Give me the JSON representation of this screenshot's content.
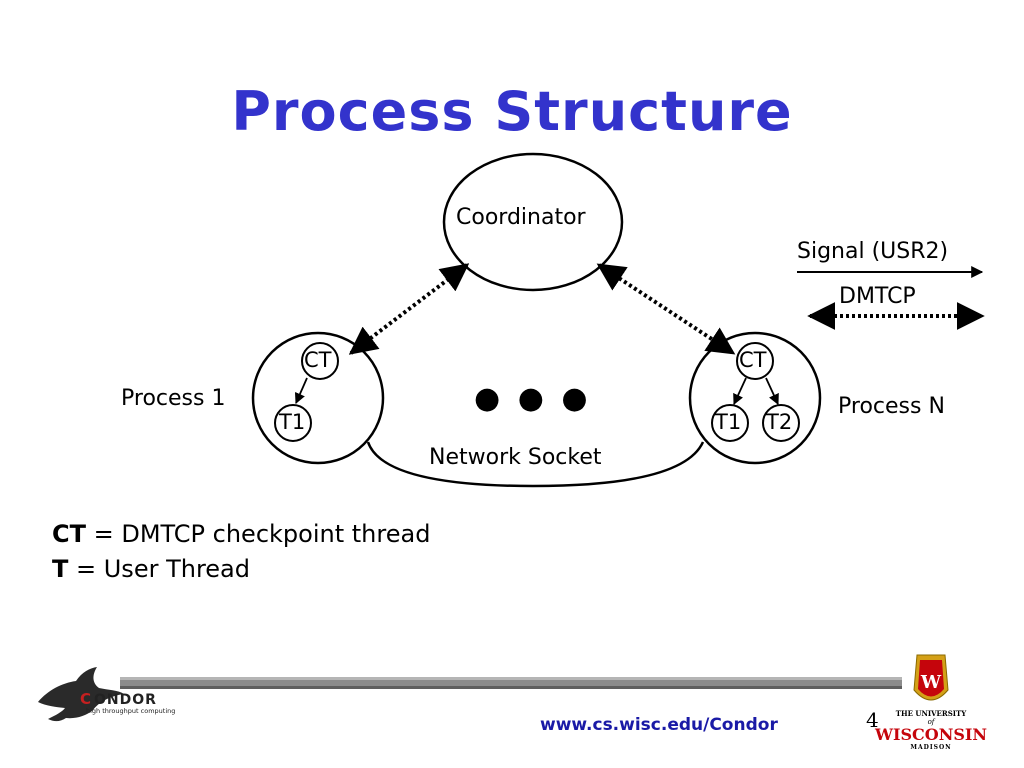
{
  "slide": {
    "title": "Process Structure",
    "coordinator_label": "Coordinator",
    "process1_label": "Process 1",
    "processN_label": "Process N",
    "ct_label": "CT",
    "t1_label": "T1",
    "t2_label": "T2",
    "network_socket_label": "Network Socket",
    "ellipsis": "● ● ●",
    "legend_signal": "Signal (USR2)",
    "legend_dmtcp": "DMTCP",
    "ct_def_term": "CT",
    "ct_def_text": " = DMTCP checkpoint thread",
    "t_def_term": "T",
    "t_def_text": " = User Thread",
    "footer_url": "www.cs.wisc.edu/Condor",
    "page_number": "4",
    "condor_logo_text": "ONDOR",
    "condor_logo_tagline": "high throughput computing",
    "wisc_logo_line1": "THE UNIVERSITY",
    "wisc_logo_of": "of",
    "wisc_logo_line2": "WISCONSIN",
    "wisc_logo_line3": "MADISON",
    "wisc_crest_letter": "W"
  },
  "colors": {
    "title": "#3333cc",
    "url": "#1a1aa6",
    "footer_bar": "#7a7a7a",
    "crest_red": "#c5050c",
    "crest_gold": "#d4a017"
  }
}
